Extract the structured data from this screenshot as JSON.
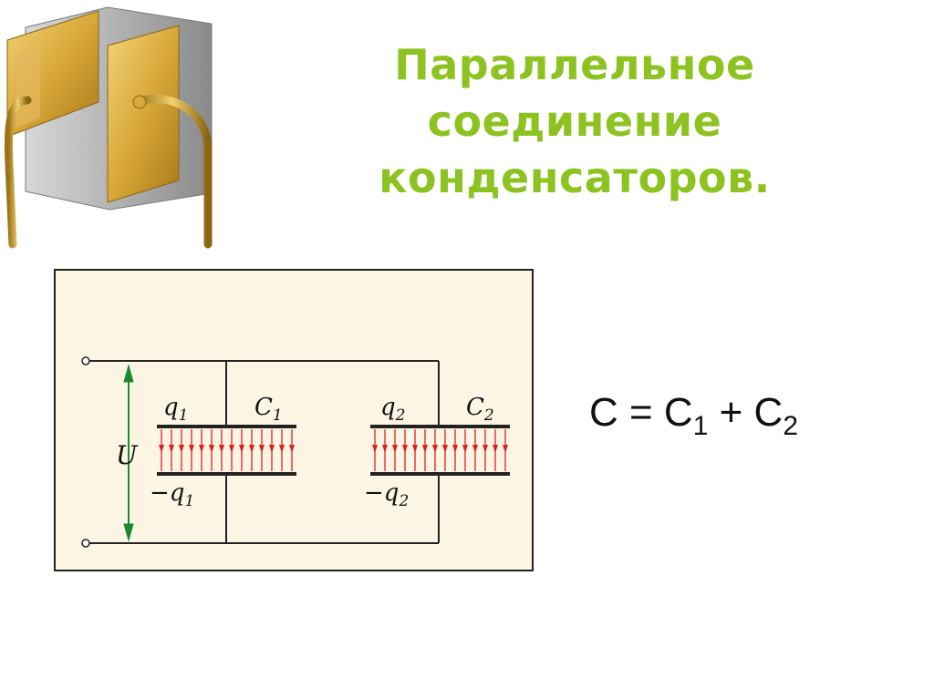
{
  "title": {
    "line1": "Параллельное",
    "line2": "соединение",
    "line3": "конденсаторов."
  },
  "circuit": {
    "voltage_label": "U",
    "capacitors": [
      {
        "name": "C",
        "name_index": "1",
        "top_charge": "q",
        "top_charge_index": "1",
        "bottom_charge": "−q",
        "bottom_charge_index": "1"
      },
      {
        "name": "C",
        "name_index": "2",
        "top_charge": "q",
        "top_charge_index": "2",
        "bottom_charge": "−q",
        "bottom_charge_index": "2"
      }
    ],
    "field_arrow_color": "#e02020",
    "wire_color": "#222222",
    "background_color": "#fdf5e4"
  },
  "formula": {
    "lhs": "C = C",
    "lhs_sub": "1",
    "plus": " + C",
    "rhs_sub": "2"
  },
  "colors": {
    "title": "#8cc320",
    "plate_gold": "#d8a838",
    "plate_gray": "#a8a8a8"
  }
}
